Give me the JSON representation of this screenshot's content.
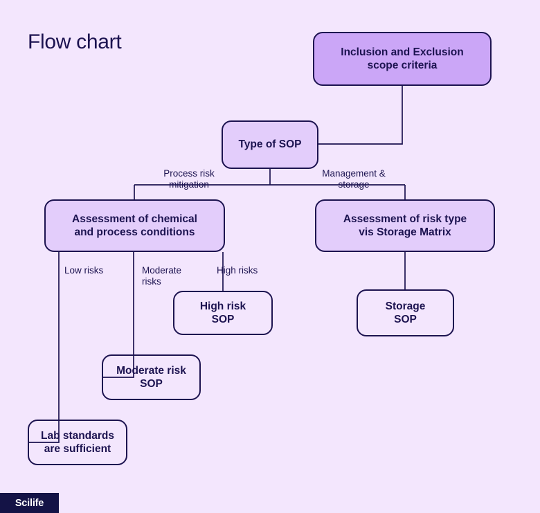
{
  "page": {
    "title": "Flow chart",
    "background_color": "#f3e6fd",
    "ink_color": "#1c1350"
  },
  "branding": {
    "logo_text": "Scilife",
    "logo_bg_color": "#141346",
    "logo_text_color": "#ffffff"
  },
  "chart_data": {
    "type": "diagram",
    "title": "Flow chart",
    "nodes": [
      {
        "id": "inclusion",
        "label": "Inclusion and Exclusion\nscope criteria",
        "fill": "#cba6f7",
        "style": "filled-strong"
      },
      {
        "id": "type_of_sop",
        "label": "Type of SOP",
        "fill": "#e3cdfb",
        "style": "filled-soft"
      },
      {
        "id": "assess_chem",
        "label": "Assessment of chemical\nand process conditions",
        "fill": "#e3cdfb",
        "style": "filled-soft-bold"
      },
      {
        "id": "assess_risk",
        "label": "Assessment of risk type\nvis Storage Matrix",
        "fill": "#e3cdfb",
        "style": "filled-soft-bold"
      },
      {
        "id": "high_risk_sop",
        "label": "High risk\nSOP",
        "fill": "transparent",
        "style": "outline"
      },
      {
        "id": "storage_sop",
        "label": "Storage\nSOP",
        "fill": "transparent",
        "style": "outline"
      },
      {
        "id": "moderate_risk_sop",
        "label": "Moderate risk\nSOP",
        "fill": "transparent",
        "style": "outline-bold"
      },
      {
        "id": "lab_standards",
        "label": "Lab standards\nare sufficient",
        "fill": "transparent",
        "style": "outline-bold"
      }
    ],
    "edges": [
      {
        "from": "inclusion",
        "to": "type_of_sop",
        "label": ""
      },
      {
        "from": "type_of_sop",
        "to": "assess_chem",
        "label": "Process risk\nmitigation"
      },
      {
        "from": "type_of_sop",
        "to": "assess_risk",
        "label": "Management &\nstorage"
      },
      {
        "from": "assess_chem",
        "to": "lab_standards",
        "label": "Low risks"
      },
      {
        "from": "assess_chem",
        "to": "moderate_risk_sop",
        "label": "Moderate\nrisks"
      },
      {
        "from": "assess_chem",
        "to": "high_risk_sop",
        "label": "High risks"
      },
      {
        "from": "assess_risk",
        "to": "storage_sop",
        "label": ""
      }
    ],
    "edge_labels": [
      "Process risk\nmitigation",
      "Management &\nstorage",
      "Low risks",
      "Moderate\nrisks",
      "High risks"
    ]
  }
}
